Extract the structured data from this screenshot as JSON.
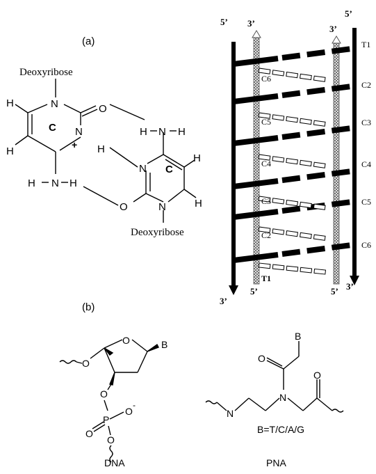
{
  "panel_labels": {
    "a": "(a)",
    "b": "(b)"
  },
  "pair": {
    "sugar_top": "Deoxyribose",
    "sugar_bottom": "Deoxyribose",
    "ring_label": "C",
    "N": "N",
    "H": "H",
    "O": "O",
    "plus": "+"
  },
  "imotif": {
    "strand_top_ends": [
      "5’",
      "3’",
      "3’",
      "5’"
    ],
    "strand_bottom_ends": [
      "3’",
      "5’",
      "5’",
      "3’"
    ],
    "right_labels": [
      "T1",
      "C2",
      "C3",
      "C4",
      "C5",
      "C6"
    ],
    "inner_labels": [
      "C6",
      "C5",
      "C4",
      "C3",
      "C2"
    ],
    "bottom_label": "T1"
  },
  "dna": {
    "label": "DNA",
    "O": "O",
    "P": "P",
    "B": "B",
    "Ominus": "O",
    "minus": "-"
  },
  "pna": {
    "label": "PNA",
    "N": "N",
    "O": "O",
    "B": "B",
    "legend": "B=T/C/A/G"
  }
}
